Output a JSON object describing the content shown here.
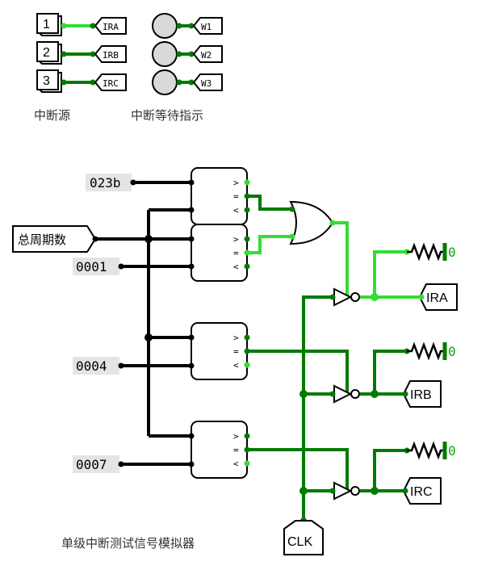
{
  "legend": {
    "sources": [
      {
        "num": "1",
        "tag": "IRA"
      },
      {
        "num": "2",
        "tag": "IRB"
      },
      {
        "num": "3",
        "tag": "IRC"
      }
    ],
    "waits": [
      {
        "tag": "W1"
      },
      {
        "tag": "W2"
      },
      {
        "tag": "W3"
      }
    ],
    "sources_label": "中断源",
    "waits_label": "中断等待指示"
  },
  "circuit": {
    "consts": {
      "c023b": "023b",
      "c0001": "0001",
      "c0004": "0004",
      "c0007": "0007"
    },
    "total_cycles": "总周期数",
    "clk": "CLK",
    "outputs": {
      "ira": "IRA",
      "irb": "IRB",
      "irc": "IRC"
    },
    "pulldown_value": "0",
    "cmp_symbols": {
      "gt": ">",
      "eq": "=",
      "lt": "<"
    },
    "title": "单级中断测试信号模拟器"
  },
  "colors": {
    "wire_dark": "#007a00",
    "wire_bright": "#33dd33",
    "wire_black": "#000000"
  }
}
